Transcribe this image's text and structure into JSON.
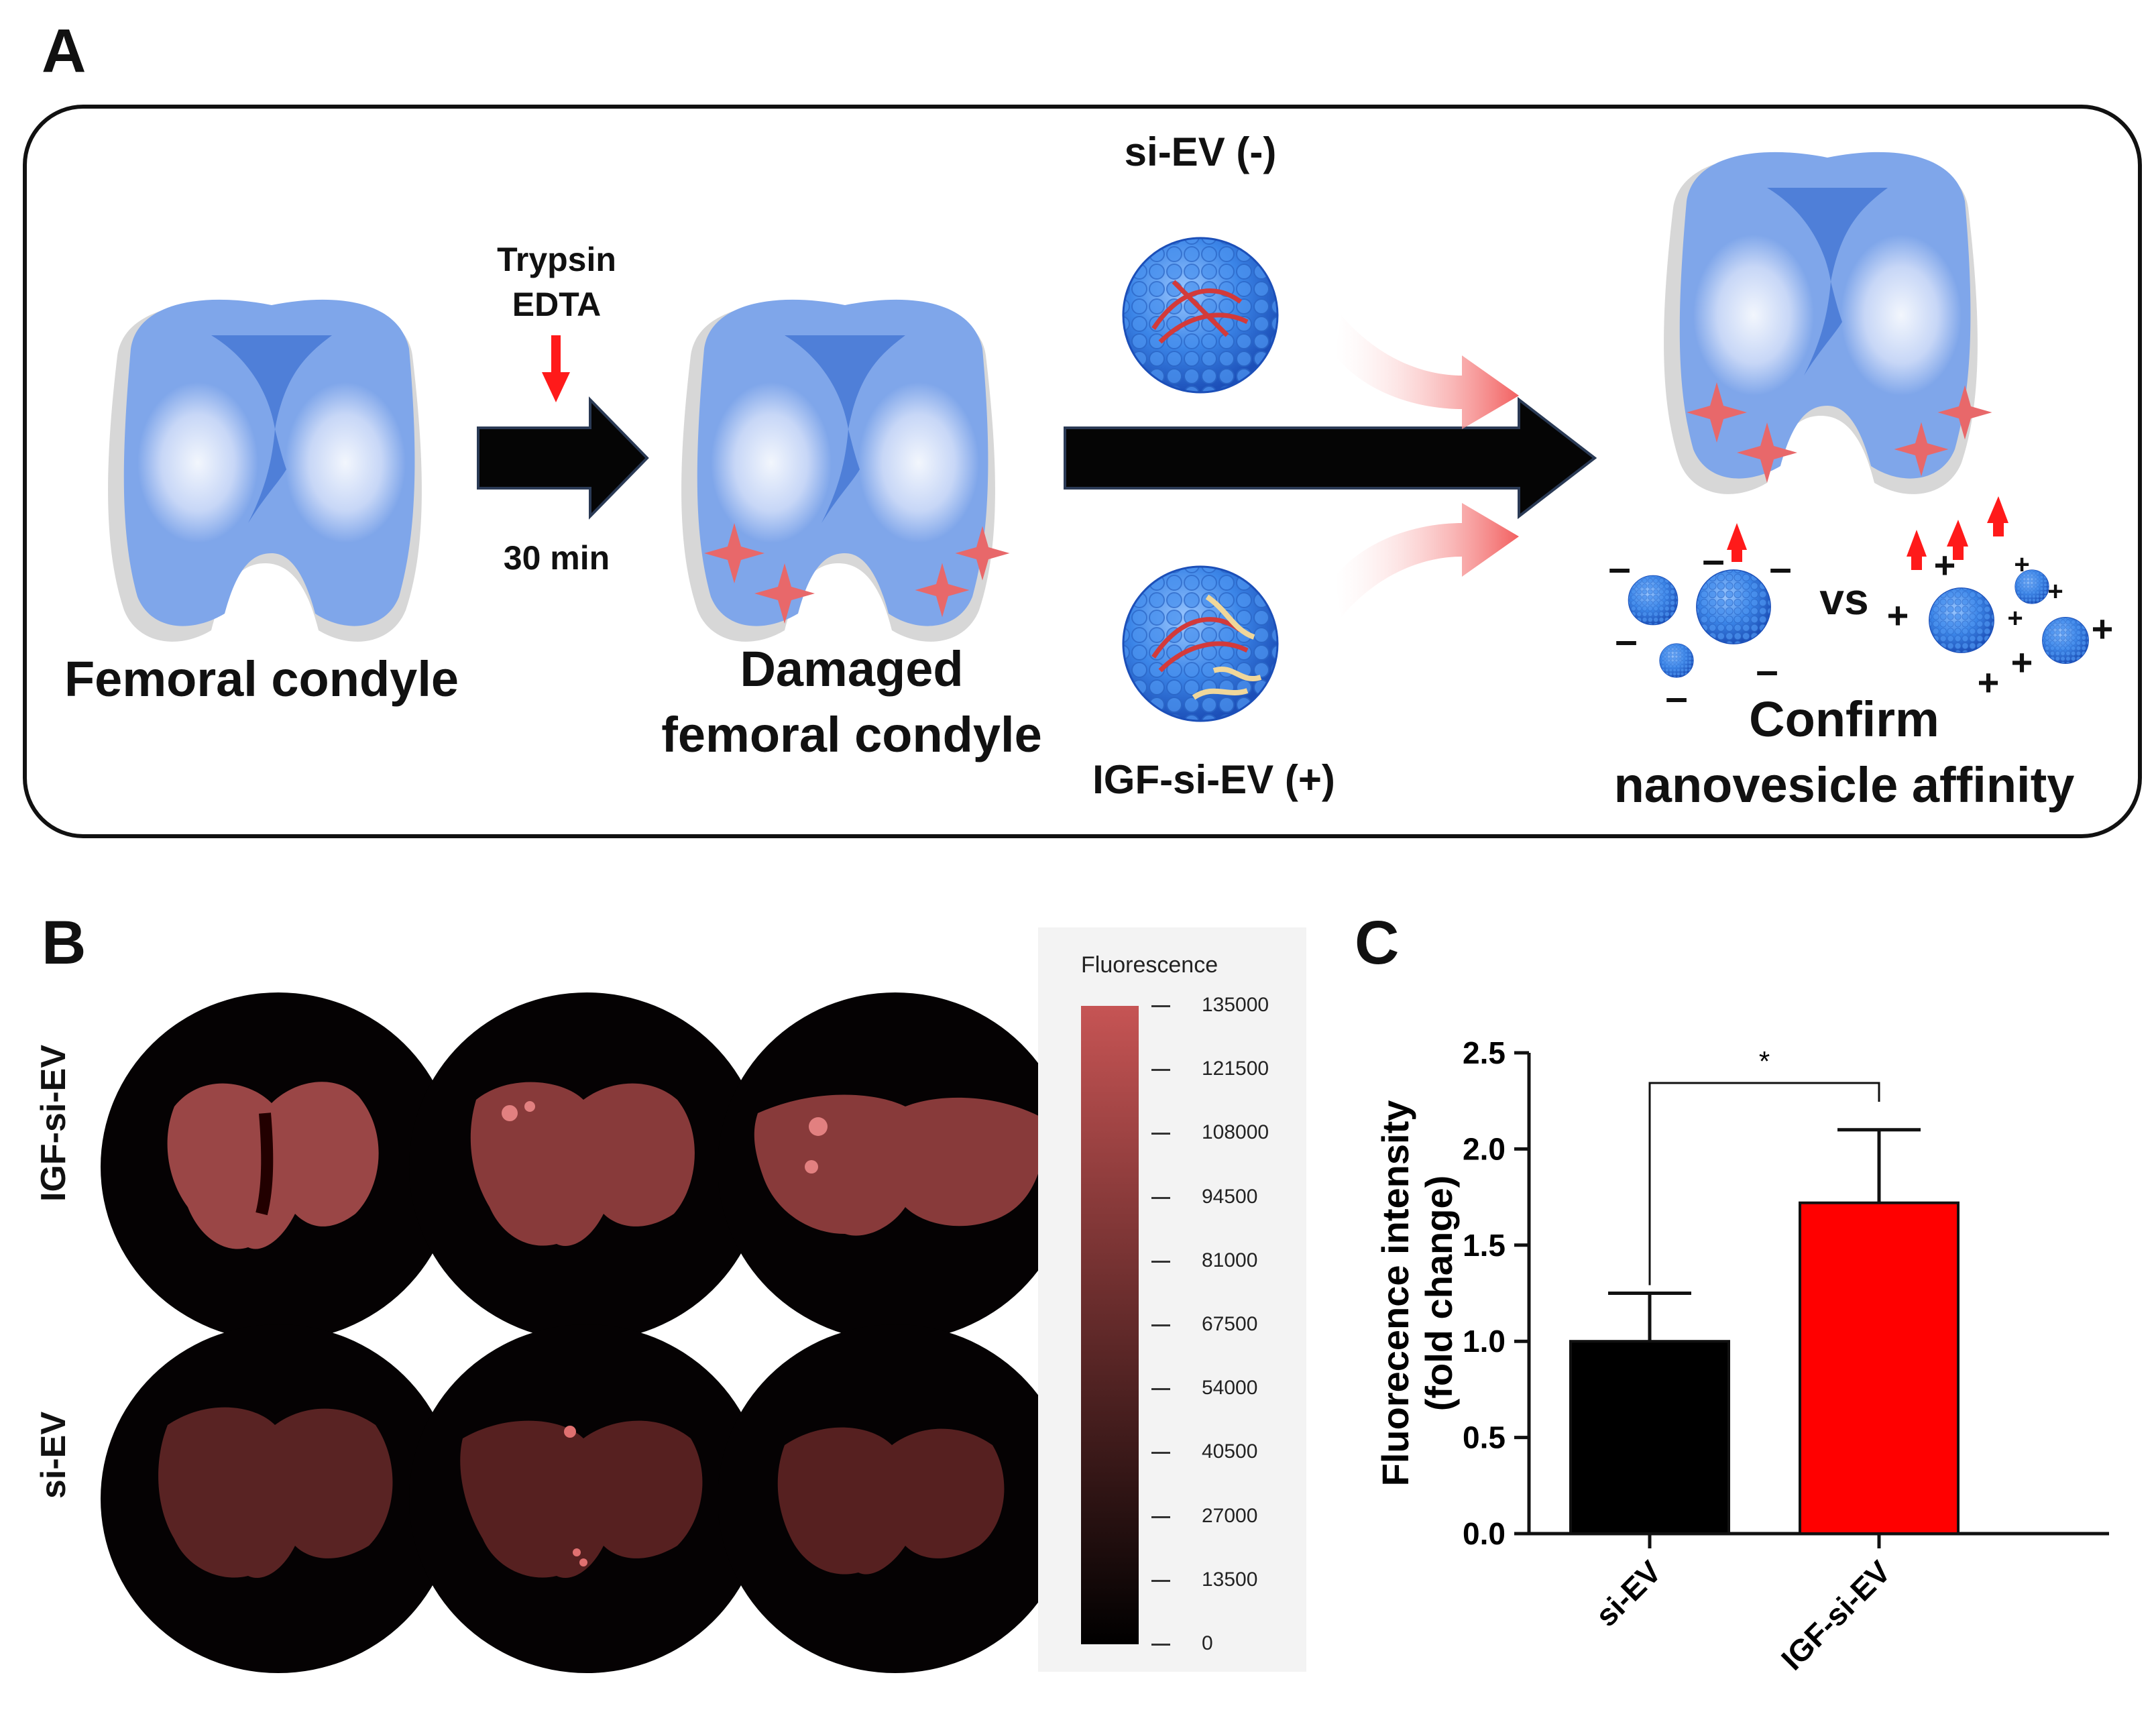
{
  "panels": {
    "a": "A",
    "b": "B",
    "c": "C"
  },
  "panel_a": {
    "treatment_line1": "Trypsin",
    "treatment_line2": "EDTA",
    "time": "30 min",
    "stage1": "Femoral condyle",
    "stage2_line1": "Damaged",
    "stage2_line2": "femoral condyle",
    "ev_top": "si-EV (-)",
    "ev_bottom": "IGF-si-EV (+)",
    "vs": "vs",
    "outcome_line1": "Confirm",
    "outcome_line2": "nanovesicle affinity",
    "neg_sign": "–",
    "pos_sign": "+",
    "colors": {
      "knee": "#7fa6ea",
      "damage": "#e8686a",
      "arrow": "#050505",
      "red_arrow": "#ff1a1a",
      "ev": "#3c86e8"
    }
  },
  "panel_b": {
    "row1": "IGF-si-EV",
    "row2": "si-EV",
    "colorbar_title": "Fluorescence",
    "colorbar_ticks": [
      "135000",
      "121500",
      "108000",
      "94500",
      "81000",
      "67500",
      "54000",
      "40500",
      "27000",
      "13500",
      "0"
    ],
    "colorbar_min_color": "#000000",
    "colorbar_max_color": "#c65454"
  },
  "chart_data": {
    "type": "bar",
    "categories": [
      "si-EV",
      "IGF-si-EV"
    ],
    "values": [
      1.0,
      1.72
    ],
    "errors": [
      0.25,
      0.38
    ],
    "bar_colors": [
      "#000000",
      "#ff0000"
    ],
    "ylabel_line1": "Fluorecence intensity",
    "ylabel_line2": "(fold change)",
    "yticks": [
      "0.0",
      "0.5",
      "1.0",
      "1.5",
      "2.0",
      "2.5"
    ],
    "ylim": [
      0,
      2.5
    ],
    "significance": "*"
  }
}
